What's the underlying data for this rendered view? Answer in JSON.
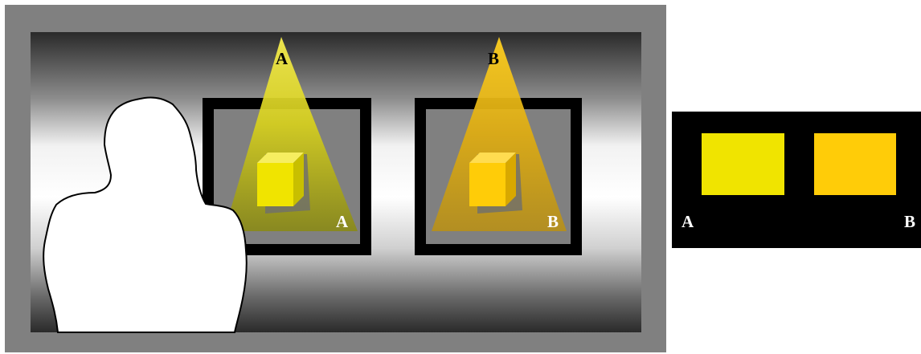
{
  "scene": {
    "cone_a": {
      "top_label": "A",
      "bottom_label": "A"
    },
    "cone_b": {
      "top_label": "B",
      "bottom_label": "B"
    }
  },
  "swatches": {
    "left_label": "A",
    "right_label": "B"
  },
  "colors": {
    "frame": "#808080",
    "panel_dark": "#2b2b2b",
    "panel_light": "#ffffff",
    "painting_frame": "#000000",
    "painting_inner": "#808080",
    "cube_a": "#f0e400",
    "cube_b": "#ffcc08",
    "swatch_bg": "#000000",
    "label_white": "#ffffff",
    "label_black": "#000000"
  }
}
